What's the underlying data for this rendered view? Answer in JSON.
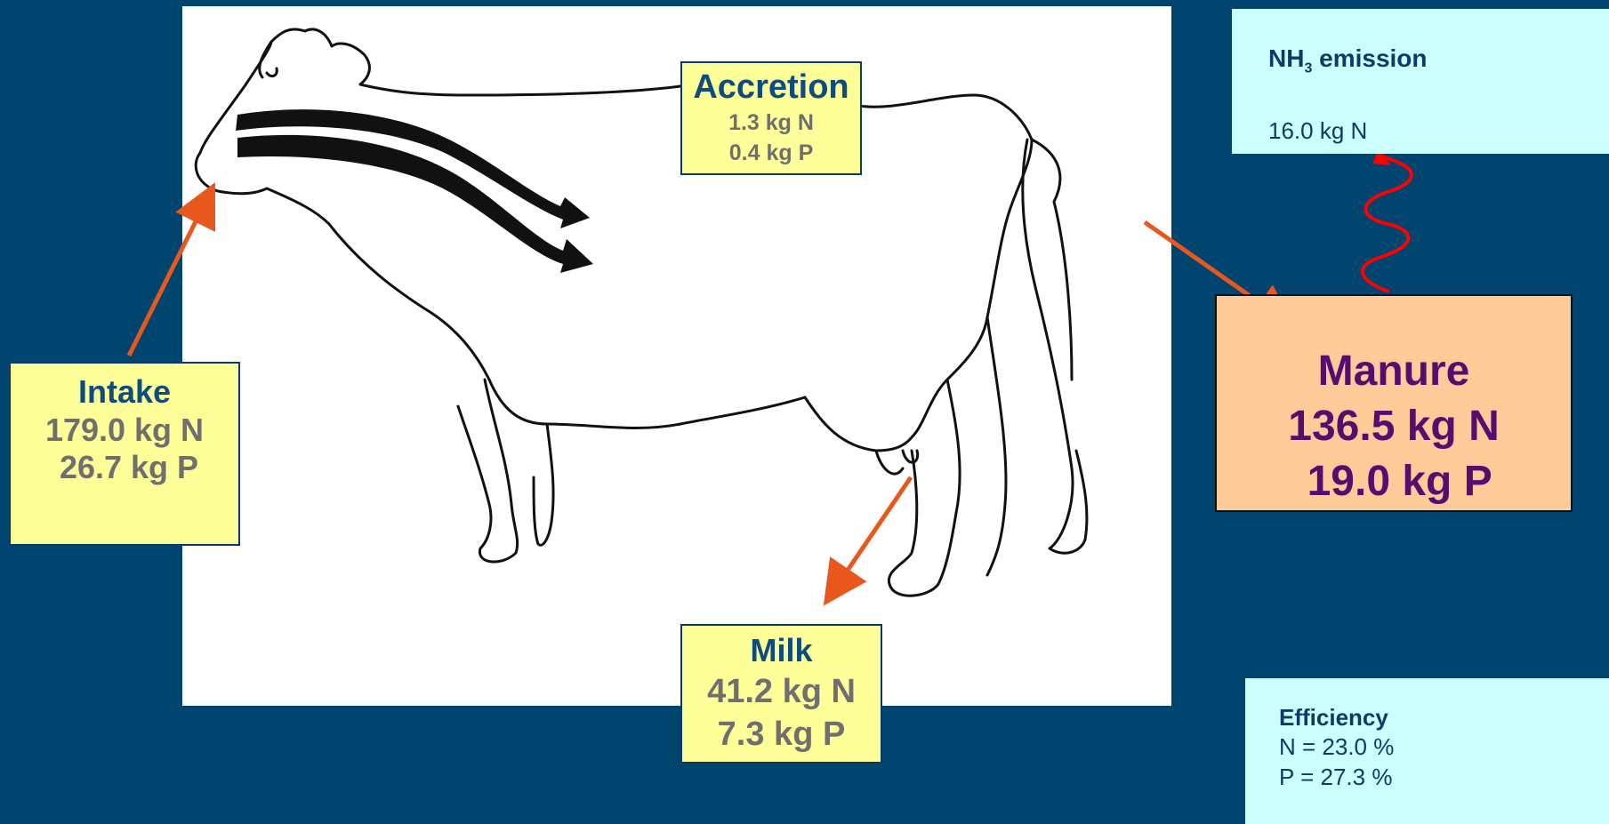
{
  "intake": {
    "title": "Intake",
    "n_value": "179.0 kg N",
    "p_value": " 26.7 kg P"
  },
  "accretion": {
    "title": "Accretion",
    "n_value": "1.3 kg N",
    "p_value": "0.4 kg P"
  },
  "milk": {
    "title": "Milk",
    "n_value": "41.2 kg N",
    "p_value": "7.3 kg P"
  },
  "manure": {
    "title": "Manure",
    "n_value": "136.5 kg N",
    "p_value": " 19.0 kg P"
  },
  "nh3_emission": {
    "title_prefix": "NH",
    "title_subscript": "3",
    "title_suffix": " emission",
    "value": "16.0 kg N"
  },
  "efficiency": {
    "title": "Efficiency",
    "n_line": "N = 23.0 %",
    "p_line": "P = 27.3 %"
  },
  "colors": {
    "background": "#004570",
    "label_box": "#ffff99",
    "manure_box": "#ffcc99",
    "info_box": "#ccffff",
    "flow_arrow": "#e8581c",
    "emission_wave": "#ff0000"
  }
}
